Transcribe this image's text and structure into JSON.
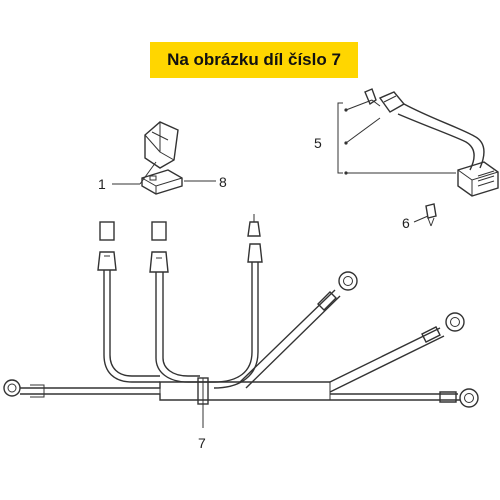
{
  "banner": {
    "title": "Na obrázku díl číslo 7"
  },
  "callouts": {
    "c1": "1",
    "c5": "5",
    "c6": "6",
    "c7": "7",
    "c8": "8"
  },
  "colors": {
    "banner": "#ffd600",
    "line": "#333333"
  }
}
